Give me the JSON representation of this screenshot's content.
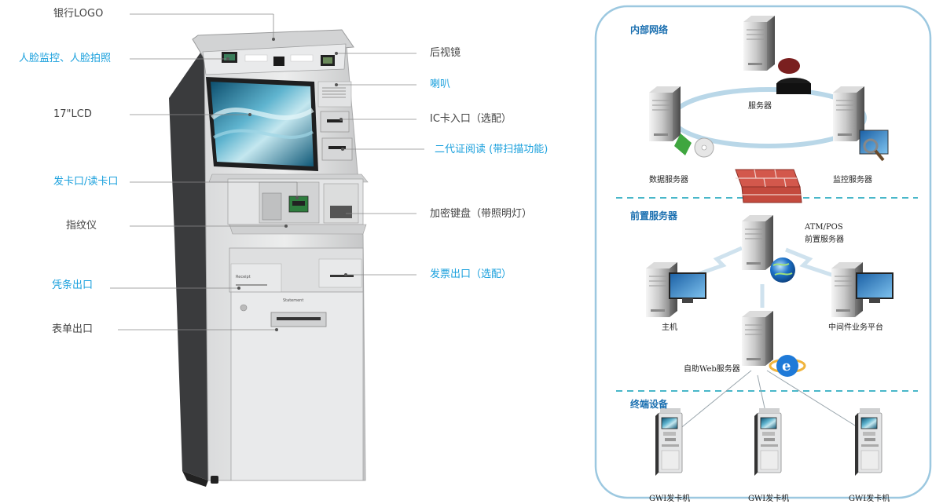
{
  "kiosk": {
    "callouts": [
      {
        "id": "bank-logo",
        "text": "银行LOGO",
        "color": "dark"
      },
      {
        "id": "face-camera",
        "text": "人脸监控、人脸拍照",
        "color": "blue"
      },
      {
        "id": "rear-mirror",
        "text": "后视镜",
        "color": "dark"
      },
      {
        "id": "speaker",
        "text": "喇叭",
        "color": "blue"
      },
      {
        "id": "lcd",
        "text": "17\"LCD",
        "color": "dark"
      },
      {
        "id": "ic-card",
        "text": "IC卡入口（选配）",
        "color": "dark"
      },
      {
        "id": "id-reader",
        "text": "二代证阅读 (带扫描功能)",
        "color": "blue"
      },
      {
        "id": "card-dispenser",
        "text": "发卡口/读卡口",
        "color": "blue"
      },
      {
        "id": "pinpad",
        "text": "加密键盘（带照明灯）",
        "color": "dark"
      },
      {
        "id": "fingerprint",
        "text": "指纹仪",
        "color": "dark"
      },
      {
        "id": "invoice-out",
        "text": "发票出口（选配）",
        "color": "blue"
      },
      {
        "id": "receipt-out",
        "text": "凭条出口",
        "color": "blue"
      },
      {
        "id": "form-out",
        "text": "表单出口",
        "color": "dark"
      }
    ],
    "panel_text": {
      "receipt": "Receipt",
      "statement": "Statement"
    }
  },
  "network": {
    "sections": {
      "internal": "内部网络",
      "front": "前置服务器",
      "terminal": "终端设备"
    },
    "nodes": {
      "server": "服务器",
      "data_server": "数据服务器",
      "monitor_server": "监控服务器",
      "atm_pos_line1": "ATM/POS",
      "atm_pos_line2": "前置服务器",
      "host": "主机",
      "middleware": "中间件业务平台",
      "web_server": "自助Web服务器",
      "terminal_1": "GWI发卡机",
      "terminal_2": "GWI发卡机",
      "terminal_3": "GWI发卡机"
    },
    "colors": {
      "section_title": "#1a6fb0",
      "frame": "#9cc8e0",
      "dashed": "#49b7c9",
      "firewall": "#d3584c"
    }
  }
}
